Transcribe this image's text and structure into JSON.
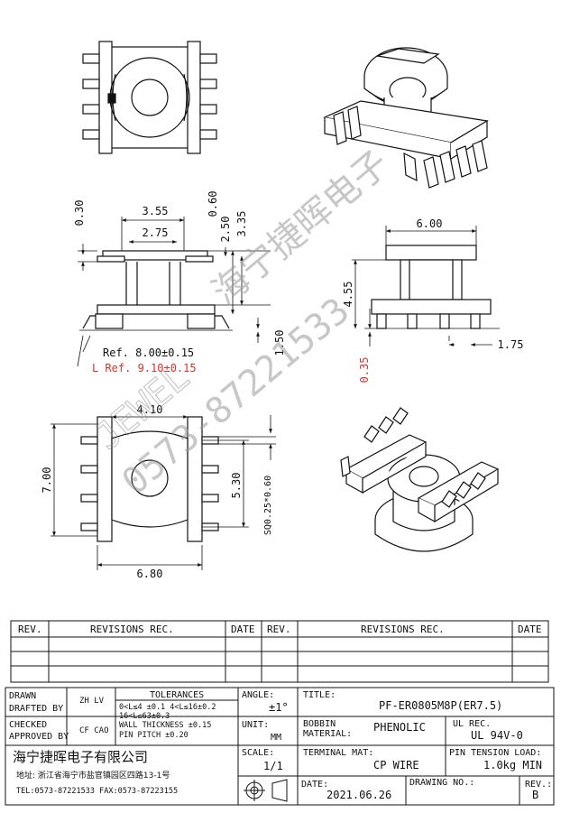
{
  "dimensions": {
    "top_030": "0.30",
    "top_355": "3.55",
    "top_275": "2.75",
    "top_060": "0.60",
    "top_250": "2.50",
    "top_335": "3.35",
    "ref_800": "Ref. 8.00±0.15",
    "ref_910": "L Ref. 9.10±0.15",
    "side_150": "1.50",
    "right_600": "6.00",
    "right_455": "4.55",
    "right_175": "1.75",
    "right_035": "0.35",
    "bottom_410": "4.10",
    "bottom_700": "7.00",
    "bottom_530": "5.30",
    "bottom_sq": "SQ0.25*0.60",
    "bottom_680": "6.80"
  },
  "watermark": {
    "brand": "JEWEL",
    "company": "海宁捷晖电子",
    "phone": "0573-87221533"
  },
  "revisions_table": {
    "col_rev": "REV.",
    "col_rec": "REVISIONS   REC.",
    "col_date": "DATE"
  },
  "title_block": {
    "drawn_label": "DRAWN",
    "drafted_label": "DRAFTED BY",
    "drafted_by": "ZH LV",
    "checked_label": "CHECKED",
    "approved_label": "APPROVED BY",
    "approved_by": "CF CAO",
    "tolerances_label": "TOLERANCES",
    "tol_line1": "0<L≤4 ±0.1 4<L≤16±0.2",
    "tol_line2": "16<L≤63±0.3",
    "tol_line3": "WALL THICKNESS ±0.15",
    "tol_line4": "PIN PITCH ±0.20",
    "angle_label": "ANGLE:",
    "angle_value": "±1°",
    "unit_label": "UNIT:",
    "unit_value": "MM",
    "scale_label": "SCALE:",
    "scale_value": "1/1",
    "title_label": "TITLE:",
    "title_value": "PF-ER0805M8P(ER7.5)",
    "bobbin_label": "BOBBIN",
    "material_label": "MATERIAL:",
    "material_value": "PHENOLIC",
    "ul_label": "UL REC.",
    "ul_value": "UL 94V-0",
    "terminal_label": "TERMINAL MAT:",
    "terminal_value": "CP WIRE",
    "pin_tension_label": "PIN TENSION LOAD:",
    "pin_tension_value": "1.0kg MIN",
    "date_label": "DATE:",
    "date_value": "2021.06.26",
    "drawing_no_label": "DRAWING NO.:",
    "drawing_no_value": "",
    "rev_label": "REV.:",
    "rev_value": "B",
    "company_name": "海宁捷晖电子有限公司",
    "address": "地址: 浙江省海宁市盐官镇园区四路13-1号",
    "tel_fax": "TEL:0573-87221533 FAX:0573-87223155"
  },
  "colors": {
    "line": "#111111",
    "red_dim": "#d0342c",
    "watermark": "#9a9a9a"
  }
}
